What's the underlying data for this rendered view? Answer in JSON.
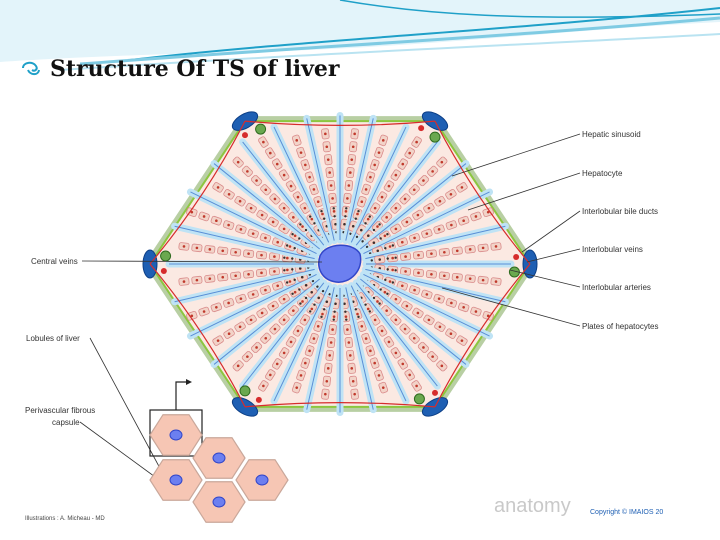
{
  "title": "Structure Of TS of liver",
  "labels": {
    "hepatic_sinusoid": "Hepatic sinusoid",
    "hepatocyte": "Hepatocyte",
    "interlobular_bile_ducts": "Interlobular bile ducts",
    "interlobular_veins": "Interlobular veins",
    "interlobular_arteries": "Interlobular arteries",
    "plates_of_hepatocytes": "Plates of hepatocytes",
    "central_veins": "Central veins",
    "lobules_of_liver": "Lobules of liver",
    "perivascular_fibrous_capsule_line1": "Perivascular fibrous",
    "perivascular_fibrous_capsule_line2": "capsule"
  },
  "credits": {
    "illustrations": "Illustrations : A. Micheau - MD",
    "copyright": "Copyright © IMAIOS 20",
    "watermark": "anatomy"
  },
  "colors": {
    "accent": "#1fa0c8",
    "hepatocyte": "#f2d3c8",
    "nucleus": "#c0392b",
    "sinusoid": "#bfe3f5",
    "bile_duct": "#8cc63f",
    "vein": "#1e5fb3",
    "central_vein": "#6c7ff0",
    "lobule_fill": "#f6c6b4"
  }
}
